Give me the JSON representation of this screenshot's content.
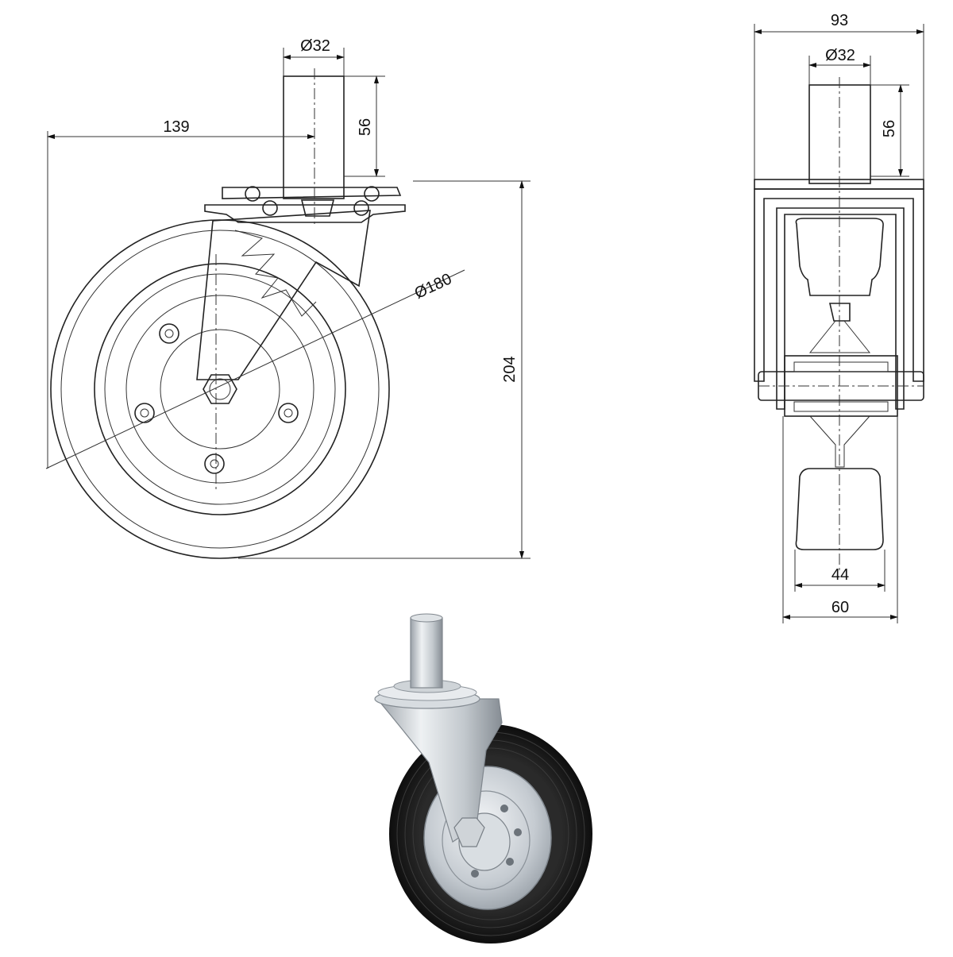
{
  "side_view": {
    "stem_diameter": "Ø32",
    "stem_height": "56",
    "offset": "139",
    "wheel_diameter": "Ø180",
    "total_height": "204"
  },
  "front_view": {
    "width": "93",
    "stem_diameter": "Ø32",
    "stem_height": "56",
    "tread_width": "44",
    "hub_width": "60"
  },
  "photo": {
    "tire_color": "#1c1c1c",
    "metal_color": "#c9ced3"
  }
}
